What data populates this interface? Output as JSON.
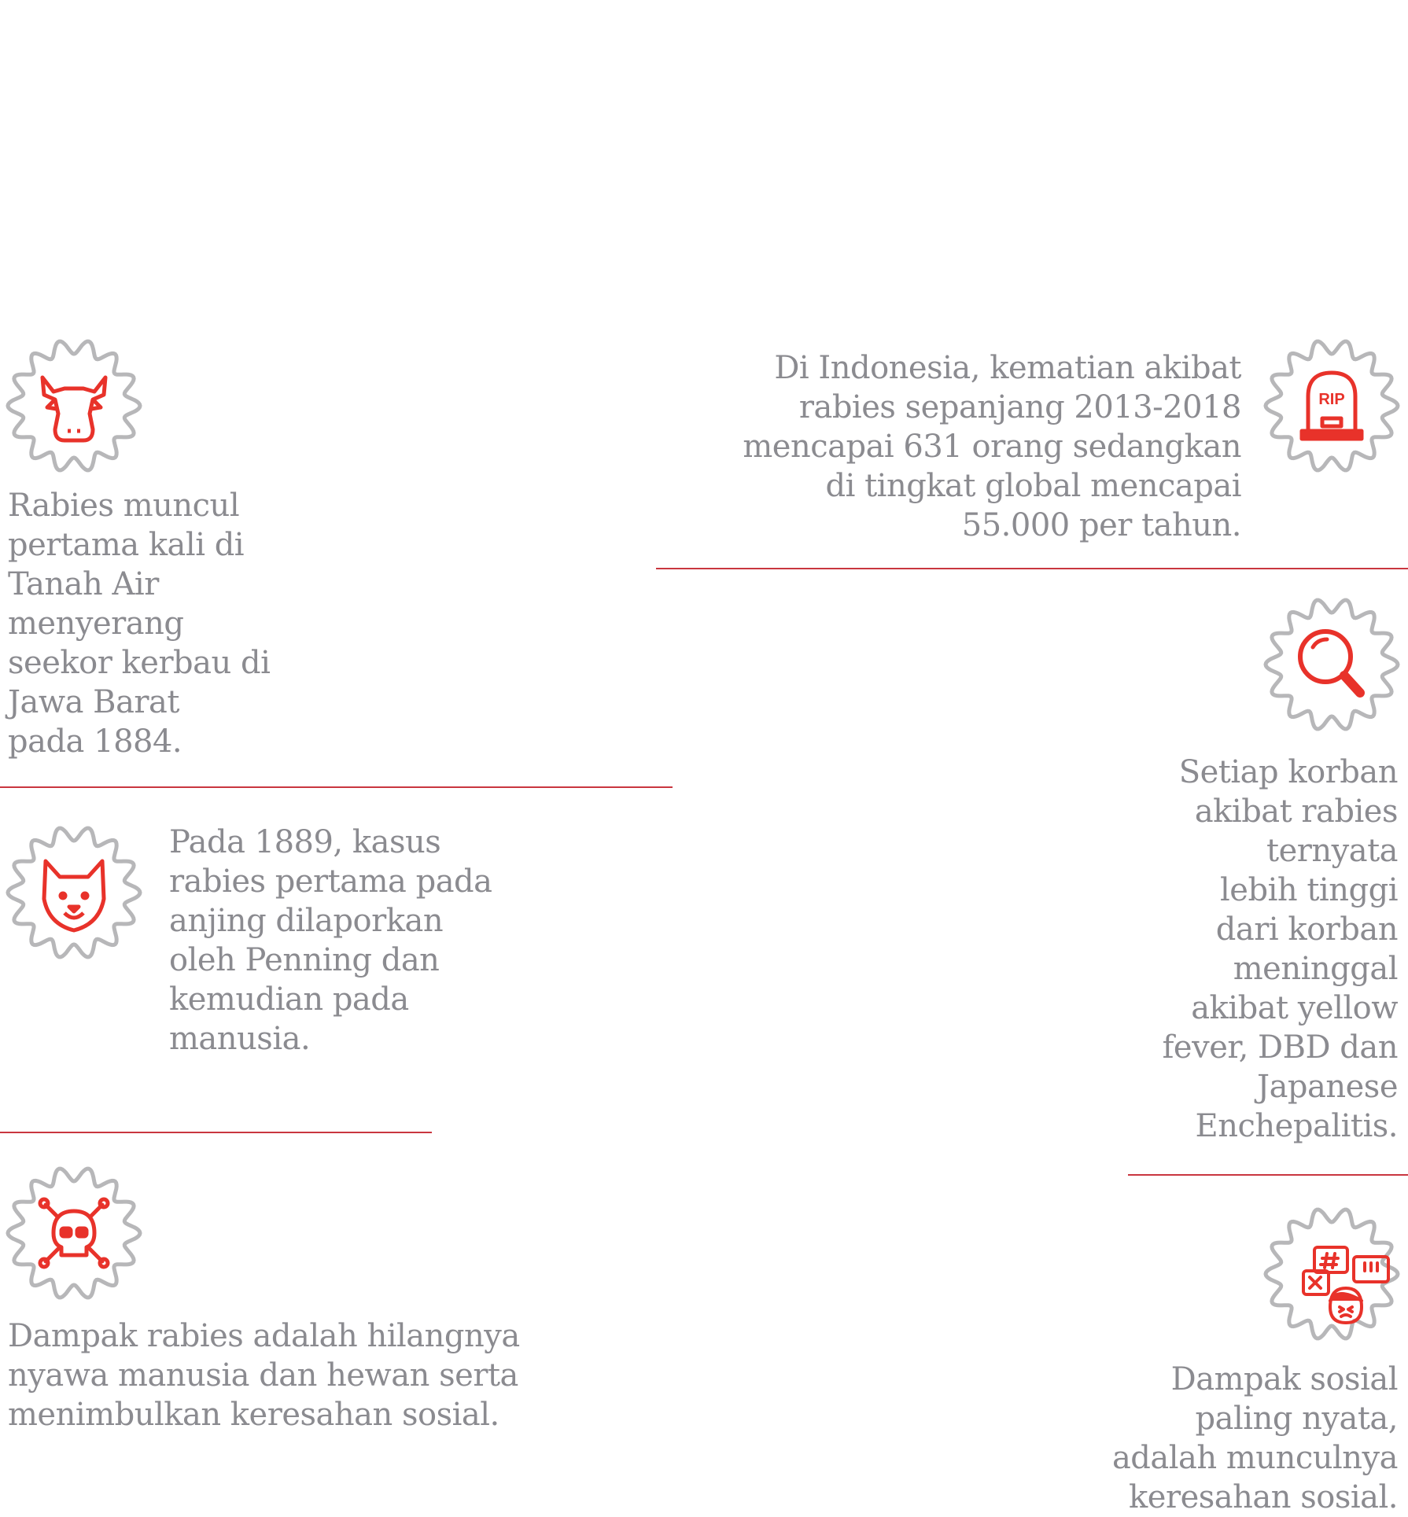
{
  "colors": {
    "accent": "#e8322a",
    "badge": "#b7b7b9",
    "text": "#8b8b90",
    "rule": "#c9363f"
  },
  "left": [
    {
      "icon": "buffalo-icon",
      "lines": [
        "Rabies muncul",
        "pertama kali di",
        "Tanah Air",
        "menyerang",
        "seekor kerbau di",
        "Jawa Barat",
        "pada 1884."
      ]
    },
    {
      "icon": "dog-icon",
      "lines": [
        "Pada 1889, kasus",
        "rabies pertama pada",
        "anjing dilaporkan",
        "oleh Penning dan",
        "kemudian pada",
        "manusia."
      ]
    },
    {
      "icon": "skull-crossbones-icon",
      "lines": [
        "Dampak rabies adalah hilangnya",
        "nyawa manusia dan hewan serta",
        "menimbulkan keresahan sosial."
      ]
    }
  ],
  "right": [
    {
      "icon": "rip-tombstone-icon",
      "badge_text": "RIP",
      "lines": [
        "Di Indonesia, kematian akibat",
        "rabies sepanjang 2013-2018",
        "mencapai 631 orang sedangkan",
        "di tingkat global mencapai",
        "55.000 per tahun."
      ]
    },
    {
      "icon": "magnifier-icon",
      "lines": [
        "Setiap korban",
        "akibat rabies",
        "ternyata",
        "lebih tinggi",
        "dari korban",
        "meninggal",
        "akibat yellow",
        "fever, DBD dan",
        "Japanese",
        "Enchepalitis."
      ]
    },
    {
      "icon": "angry-person-icon",
      "lines": [
        "Dampak sosial",
        "paling nyata,",
        "adalah munculnya",
        "keresahan sosial."
      ]
    }
  ]
}
